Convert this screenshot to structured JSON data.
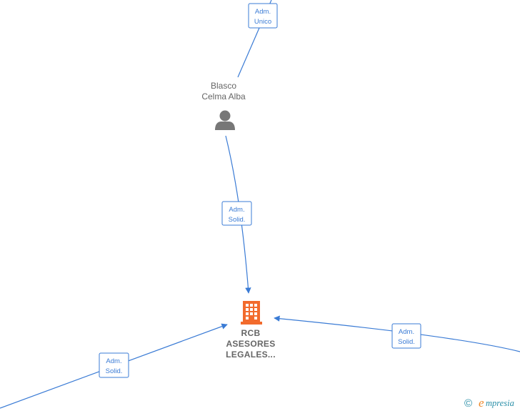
{
  "nodes": {
    "person": {
      "name_line1": "Blasco",
      "name_line2": "Celma Alba",
      "icon": "person-icon"
    },
    "company": {
      "name_line1": "RCB",
      "name_line2": "ASESORES",
      "name_line3": "LEGALES...",
      "icon": "building-icon"
    }
  },
  "edges": {
    "top": {
      "line1": "Adm.",
      "line2": "Unico"
    },
    "person_to_company": {
      "line1": "Adm.",
      "line2": "Solid."
    },
    "left_to_company": {
      "line1": "Adm.",
      "line2": "Solid."
    },
    "right_to_company": {
      "line1": "Adm.",
      "line2": "Solid."
    }
  },
  "watermark": {
    "copyright": "©",
    "brand_initial": "e",
    "brand_rest": "mpresia"
  },
  "colors": {
    "edge": "#3a7bd5",
    "person_icon": "#777777",
    "company_icon": "#f26b2d",
    "node_text": "#666666"
  }
}
